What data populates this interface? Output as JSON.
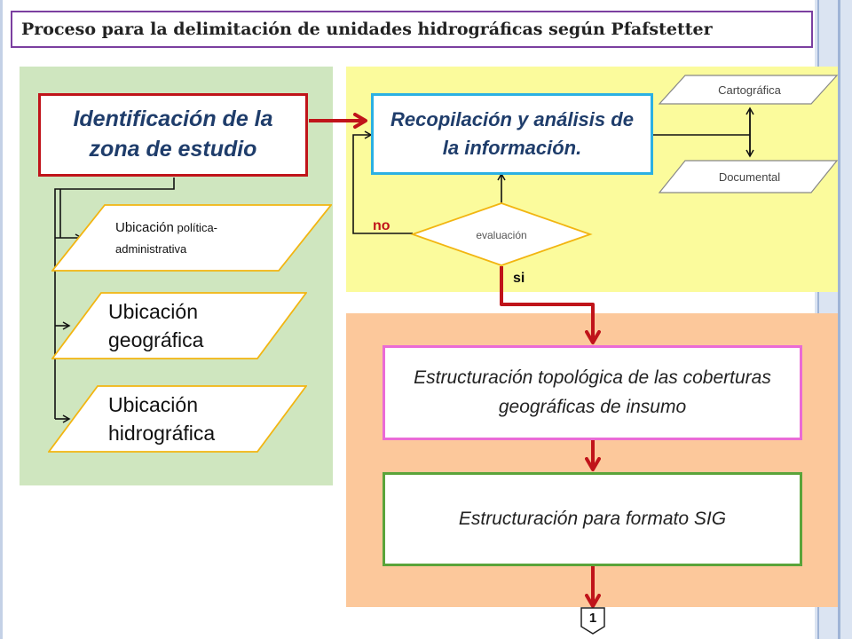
{
  "header": {
    "title": "Proceso para la delimitación de unidades hidrográficas según Pfafstetter"
  },
  "left": {
    "main_box": "Identificación de la zona de estudio",
    "item1_a": "Ubicación",
    "item1_b": " política-",
    "item1_c": "administrativa",
    "item2": "Ubicación geográfica",
    "item3": "Ubicación hidrográfica"
  },
  "right_top": {
    "recopilacion": "Recopilación y análisis de la información.",
    "cartografica": "Cartográfica",
    "documental": "Documental",
    "evaluacion": "evaluación",
    "no_label": "no",
    "si_label": "si"
  },
  "right_bottom": {
    "estructuracion_topologica": "Estructuración topológica de las coberturas geográficas de insumo",
    "estructuracion_sig": "Estructuración para formato SIG",
    "connector": "1"
  },
  "colors": {
    "green_panel": "#cfe6bf",
    "yellow_panel": "#fbfb9c",
    "orange_panel": "#fcc89b",
    "arrow_red": "#c0141a",
    "cyan_border": "#2bb0e3",
    "pink_border": "#ea6bd6",
    "green_border": "#5aa43a",
    "gold_border": "#f2b511"
  }
}
